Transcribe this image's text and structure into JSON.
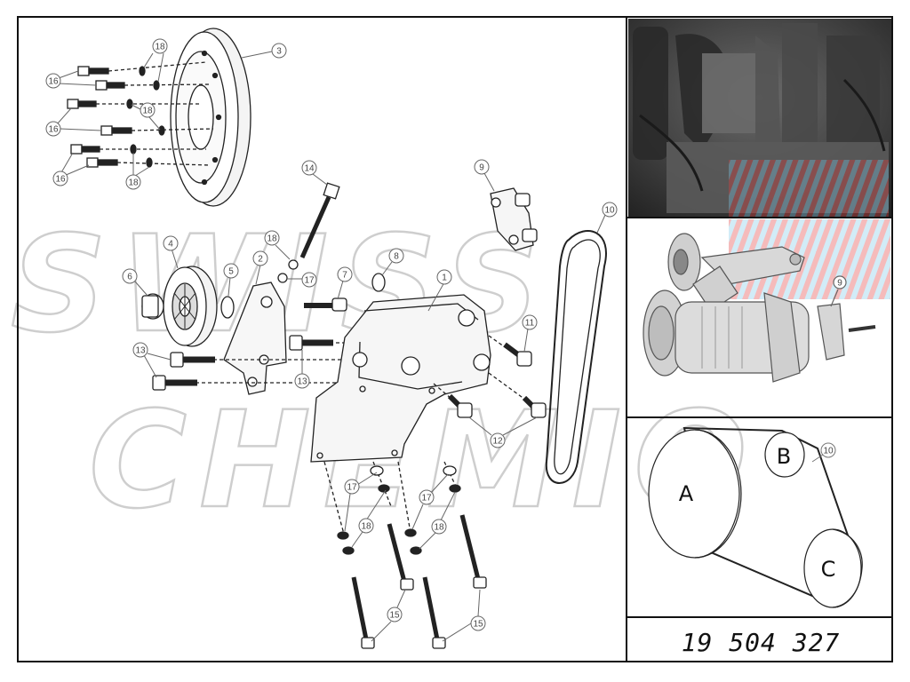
{
  "watermark": {
    "line1": "SWISS",
    "line2": "CHEMIO"
  },
  "diagram": {
    "callouts": [
      {
        "id": "c1",
        "label": "1"
      },
      {
        "id": "c2",
        "label": "2"
      },
      {
        "id": "c3",
        "label": "3"
      },
      {
        "id": "c4",
        "label": "4"
      },
      {
        "id": "c5",
        "label": "5"
      },
      {
        "id": "c6",
        "label": "6"
      },
      {
        "id": "c7",
        "label": "7"
      },
      {
        "id": "c8",
        "label": "8"
      },
      {
        "id": "c9",
        "label": "9"
      },
      {
        "id": "c10",
        "label": "10"
      },
      {
        "id": "c11",
        "label": "11"
      },
      {
        "id": "c12",
        "label": "12"
      },
      {
        "id": "c13a",
        "label": "13"
      },
      {
        "id": "c13b",
        "label": "13"
      },
      {
        "id": "c14",
        "label": "14"
      },
      {
        "id": "c15a",
        "label": "15"
      },
      {
        "id": "c15b",
        "label": "15"
      },
      {
        "id": "c16a",
        "label": "16"
      },
      {
        "id": "c16b",
        "label": "16"
      },
      {
        "id": "c16c",
        "label": "16"
      },
      {
        "id": "c17a",
        "label": "17"
      },
      {
        "id": "c17b",
        "label": "17"
      },
      {
        "id": "c17c",
        "label": "17"
      },
      {
        "id": "c18a",
        "label": "18"
      },
      {
        "id": "c18b",
        "label": "18"
      },
      {
        "id": "c18c",
        "label": "18"
      },
      {
        "id": "c18d",
        "label": "18"
      },
      {
        "id": "c18e",
        "label": "18"
      },
      {
        "id": "c18f",
        "label": "18"
      }
    ]
  },
  "assembly_view": {
    "callout": "9"
  },
  "belt_routing": {
    "pulley_a": "A",
    "pulley_b": "B",
    "pulley_c": "C",
    "belt_callout": "10"
  },
  "part_number": "19 504 327",
  "colors": {
    "frame": "#111111",
    "line": "#222222",
    "photo_dark": "#3a3a3a",
    "watermark_red": "#e23b3b",
    "watermark_blue": "#7fc8e6"
  }
}
